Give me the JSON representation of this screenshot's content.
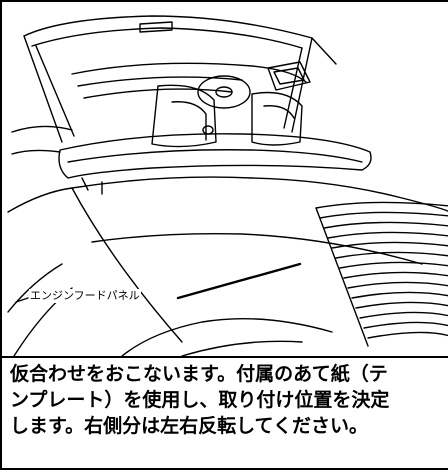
{
  "figure": {
    "callout_label": "エンジンフードパネル"
  },
  "caption": {
    "lines": [
      "仮合わせをおこないます。付属のあて紙（テ",
      "ンプレート）を使用し、取り付け位置を決定",
      "します。右側分は左右反転してください。"
    ]
  }
}
